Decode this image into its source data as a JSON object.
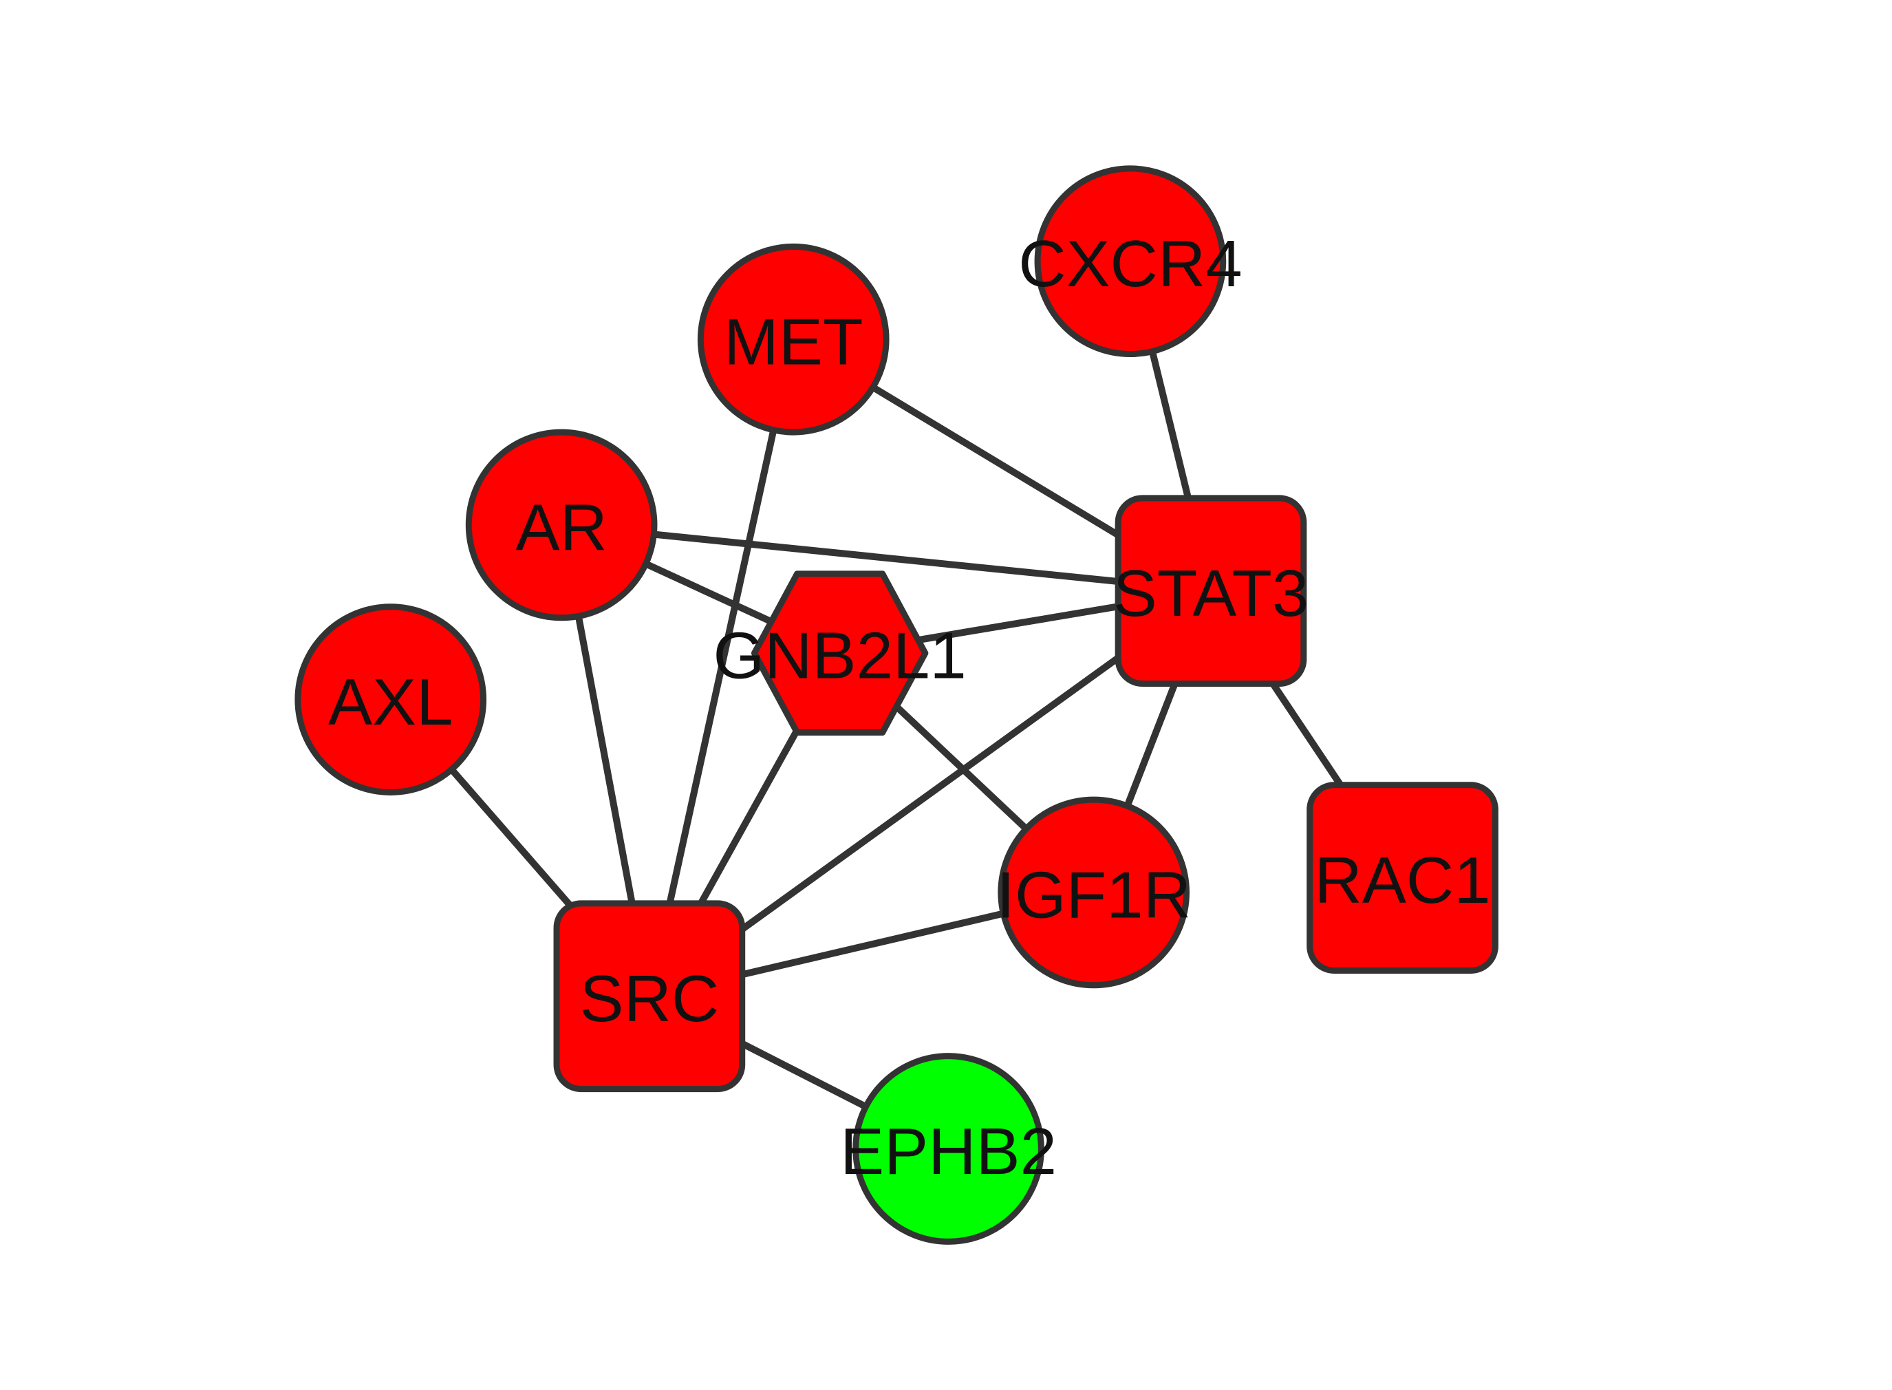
{
  "colors": {
    "upregulated": "#ff0000",
    "downregulated": "#00ff00",
    "outline": "#333333",
    "edge": "#333333",
    "label": "#111111",
    "background": "#ffffff"
  },
  "nodes": [
    {
      "id": "CXCR4",
      "label": "CXCR4",
      "shape": "circle",
      "color": "#ff0000"
    },
    {
      "id": "MET",
      "label": "MET",
      "shape": "circle",
      "color": "#ff0000"
    },
    {
      "id": "AR",
      "label": "AR",
      "shape": "circle",
      "color": "#ff0000"
    },
    {
      "id": "AXL",
      "label": "AXL",
      "shape": "circle",
      "color": "#ff0000"
    },
    {
      "id": "STAT3",
      "label": "STAT3",
      "shape": "rounded-square",
      "color": "#ff0000"
    },
    {
      "id": "GNB2L1",
      "label": "GNB2L1",
      "shape": "hexagon",
      "color": "#ff0000"
    },
    {
      "id": "IGF1R",
      "label": "IGF1R",
      "shape": "circle",
      "color": "#ff0000"
    },
    {
      "id": "RAC1",
      "label": "RAC1",
      "shape": "rounded-square",
      "color": "#ff0000"
    },
    {
      "id": "SRC",
      "label": "SRC",
      "shape": "rounded-square",
      "color": "#ff0000"
    },
    {
      "id": "EPHB2",
      "label": "EPHB2",
      "shape": "circle",
      "color": "#00ff00"
    }
  ],
  "edges": [
    [
      "CXCR4",
      "STAT3"
    ],
    [
      "MET",
      "STAT3"
    ],
    [
      "MET",
      "SRC"
    ],
    [
      "AR",
      "STAT3"
    ],
    [
      "AR",
      "GNB2L1"
    ],
    [
      "AR",
      "SRC"
    ],
    [
      "AXL",
      "SRC"
    ],
    [
      "GNB2L1",
      "STAT3"
    ],
    [
      "GNB2L1",
      "SRC"
    ],
    [
      "GNB2L1",
      "IGF1R"
    ],
    [
      "STAT3",
      "SRC"
    ],
    [
      "STAT3",
      "IGF1R"
    ],
    [
      "STAT3",
      "RAC1"
    ],
    [
      "SRC",
      "IGF1R"
    ],
    [
      "SRC",
      "EPHB2"
    ]
  ]
}
